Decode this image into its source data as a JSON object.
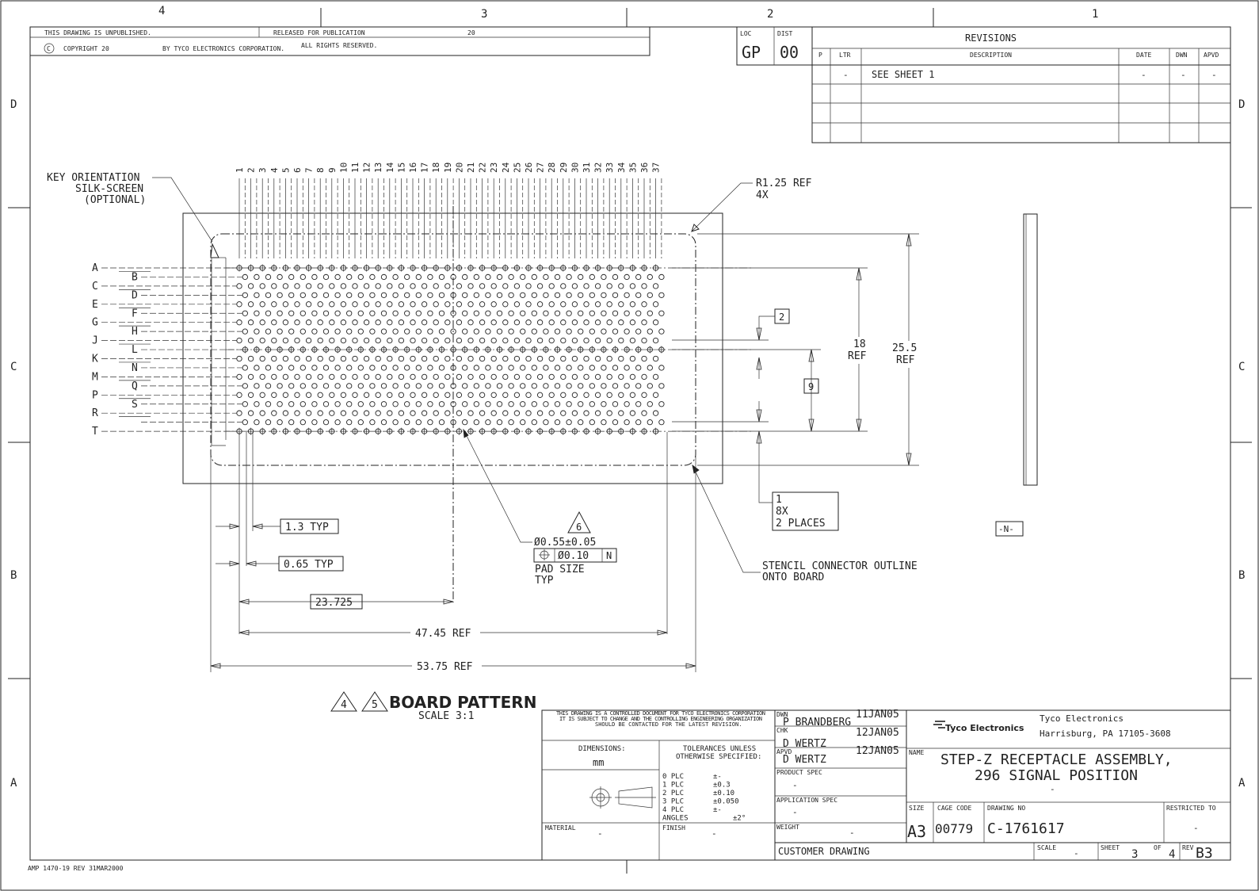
{
  "zones": {
    "columns": [
      "4",
      "3",
      "2",
      "1"
    ],
    "rows": [
      "D",
      "C",
      "B",
      "A"
    ]
  },
  "header": {
    "unpublished": "THIS DRAWING IS UNPUBLISHED.",
    "copyright": "COPYRIGHT 20",
    "copyright_symbol": "C",
    "released": "RELEASED FOR PUBLICATION",
    "released_year": "20",
    "by": "BY TYCO ELECTRONICS CORPORATION.",
    "rights": "ALL RIGHTS RESERVED.",
    "loc_label": "LOC",
    "loc_value": "GP",
    "dist_label": "DIST",
    "dist_value": "00"
  },
  "revisions": {
    "title": "REVISIONS",
    "columns": [
      "P",
      "LTR",
      "DESCRIPTION",
      "DATE",
      "DWN",
      "APVD"
    ],
    "rows": [
      {
        "ltr": "-",
        "description": "SEE SHEET 1",
        "date": "-",
        "dwn": "-",
        "apvd": "-"
      }
    ]
  },
  "drawing": {
    "column_numbers": [
      "1",
      "2",
      "3",
      "4",
      "5",
      "6",
      "7",
      "8",
      "9",
      "10",
      "11",
      "12",
      "13",
      "14",
      "15",
      "16",
      "17",
      "18",
      "19",
      "20",
      "21",
      "22",
      "23",
      "24",
      "25",
      "26",
      "27",
      "28",
      "29",
      "30",
      "31",
      "32",
      "33",
      "34",
      "35",
      "36",
      "37"
    ],
    "row_letters_left": [
      "A",
      "C",
      "E",
      "G",
      "J",
      "K",
      "M",
      "P",
      "R",
      "T"
    ],
    "row_letters_right": [
      "B",
      "D",
      "F",
      "H",
      "L",
      "N",
      "Q",
      "S"
    ],
    "key_orientation": [
      "KEY ORIENTATION",
      "SILK-SCREEN",
      "(OPTIONAL)"
    ],
    "radius_note": [
      "R1.25 REF",
      "4X"
    ],
    "dim_18": [
      "18",
      "REF"
    ],
    "dim_25_5": [
      "25.5",
      "REF"
    ],
    "flag_2": "2",
    "flag_9": "9",
    "dim_1_note": [
      "1",
      "8X",
      "2 PLACES"
    ],
    "datum_n": "-N-",
    "stencil_note": [
      "STENCIL CONNECTOR OUTLINE",
      "ONTO BOARD"
    ],
    "pitch_1_3": "1.3 TYP",
    "pitch_0_65": "0.65 TYP",
    "dim_23_725": "23.725",
    "dim_47_45": "47.45 REF",
    "dim_53_75": "53.75 REF",
    "note_6": "6",
    "pad_dia": "Ø0.55±0.05",
    "pad_position": "Ø0.10",
    "pad_datum": "N",
    "pad_size": [
      "PAD SIZE",
      "TYP"
    ],
    "title_flags": [
      "4",
      "5"
    ],
    "title": "BOARD PATTERN",
    "scale": "SCALE  3:1"
  },
  "title_block": {
    "controlled_note": [
      "THIS DRAWING IS A CONTROLLED DOCUMENT FOR TYCO ELECTRONICS CORPORATION",
      "IT IS SUBJECT TO CHANGE AND THE CONTROLLING ENGINEERING ORGANIZATION",
      "SHOULD BE CONTACTED FOR THE LATEST REVISION."
    ],
    "dimensions_label": "DIMENSIONS:",
    "dimensions_value": "mm",
    "tolerances_label": [
      "TOLERANCES UNLESS",
      "OTHERWISE SPECIFIED:"
    ],
    "tolerances": [
      {
        "k": "0 PLC",
        "v": "±-"
      },
      {
        "k": "1 PLC",
        "v": "±0.3"
      },
      {
        "k": "2 PLC",
        "v": "±0.10"
      },
      {
        "k": "3 PLC",
        "v": "±0.050"
      },
      {
        "k": "4 PLC",
        "v": "±-"
      },
      {
        "k": "ANGLES",
        "v": "±2°"
      }
    ],
    "material_label": "MATERIAL",
    "material_value": "-",
    "finish_label": "FINISH",
    "finish_value": "-",
    "dwn_label": "DWN",
    "dwn_name": "P BRANDBERG",
    "dwn_date": "11JAN05",
    "chk_label": "CHK",
    "chk_name": "D WERTZ",
    "chk_date": "12JAN05",
    "apvd_label": "APVD",
    "apvd_name": "D WERTZ",
    "apvd_date": "12JAN05",
    "product_spec_label": "PRODUCT SPEC",
    "product_spec_value": "-",
    "application_spec_label": "APPLICATION SPEC",
    "application_spec_value": "-",
    "weight_label": "WEIGHT",
    "weight_value": "-",
    "customer_drawing": "CUSTOMER DRAWING",
    "company_logo": "Tyco Electronics",
    "company_name": "Tyco Electronics",
    "company_address": "Harrisburg, PA 17105-3608",
    "name_label": "NAME",
    "name_line1": "STEP-Z RECEPTACLE ASSEMBLY,",
    "name_line2": "296 SIGNAL POSITION",
    "name_line3": "-",
    "size_label": "SIZE",
    "size_value": "A3",
    "cage_label": "CAGE CODE",
    "cage_value": "00779",
    "drawing_no_label": "DRAWING NO",
    "drawing_no_value": "C-1761617",
    "restricted_label": "RESTRICTED TO",
    "restricted_value": "-",
    "scale_label": "SCALE",
    "scale_value": "-",
    "sheet_label": "SHEET",
    "sheet_value": "3",
    "of_label": "OF",
    "of_value": "4",
    "rev_label": "REV",
    "rev_value": "B3"
  },
  "footer": "AMP 1470-19 REV 31MAR2000"
}
